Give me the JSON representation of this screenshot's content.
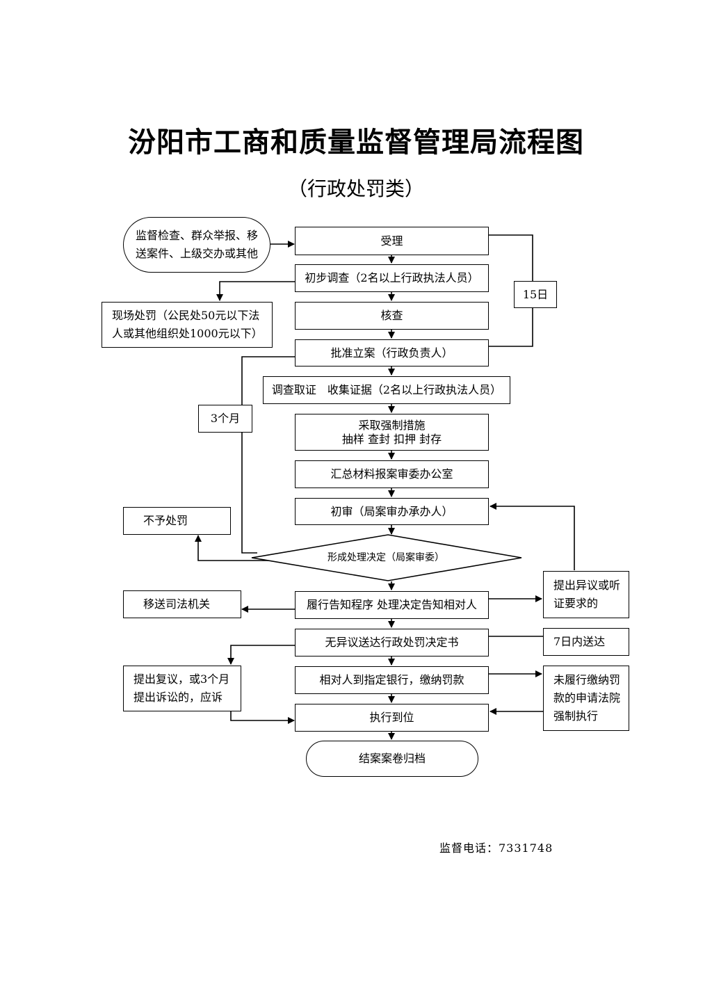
{
  "title": "汾阳市工商和质量监督管理局流程图",
  "subtitle": "（行政处罚类）",
  "nodes": {
    "source": "监督检查、群众举报、移\n送案件、上级交办或其他",
    "accept": "受理",
    "prelim": "初步调查（2名以上行政执法人员）",
    "onsite": "现场处罚（公民处50元以下法\n人或其他组织处1000元以下）",
    "verify": "核查",
    "approve": "批准立案（行政负责人）",
    "evidence": "调查取证　收集证据（2名以上行政执法人员）",
    "measures": "采取强制措施\n抽样 查封 扣押 封存",
    "summary": "汇总材料报案审委办公室",
    "initial_review": "初审（局案审办承办人）",
    "no_penalty": "不予处罚",
    "decision": "形成处理决定（局案审委）",
    "notify": "履行告知程序 处理决定告知相对人",
    "judicial": "移送司法机关",
    "objection": "提出异议或听\n证要求的",
    "deliver": "无异议送达行政处罚决定书",
    "seven_days": "7日内送达",
    "pay": "相对人到指定银行，缴纳罚款",
    "reconsider": "提出复议，或3个月\n提出诉讼的，应诉",
    "court": "未履行缴纳罚\n款的申请法院\n强制执行",
    "execute": "执行到位",
    "archive": "结案案卷归档"
  },
  "time_labels": {
    "fifteen_days": "15日",
    "three_months": "3个月"
  },
  "footer": "监督电话：7331748"
}
